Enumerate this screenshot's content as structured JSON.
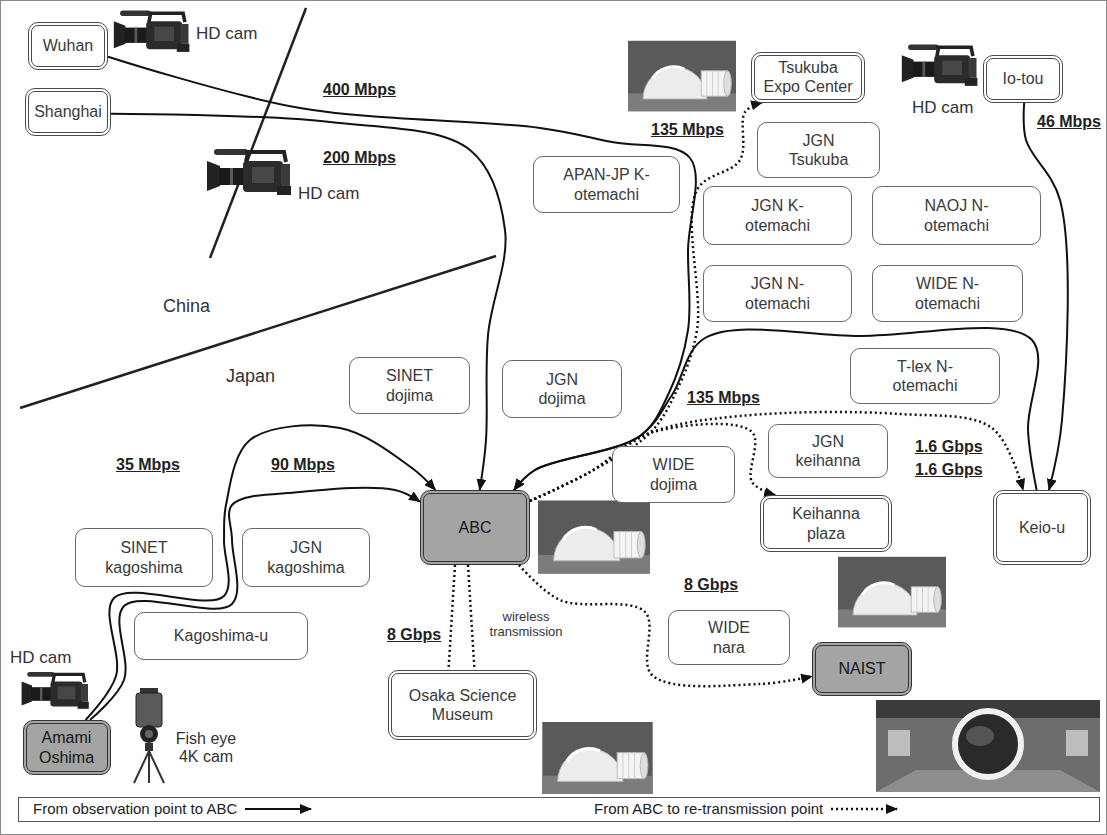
{
  "diagram": {
    "nodes": [
      {
        "text": [
          "Wuhan"
        ]
      },
      {
        "text": [
          "Shanghai"
        ]
      },
      {
        "text": [
          "Tsukuba Expo Center"
        ]
      },
      {
        "text": [
          "Io-tou"
        ]
      },
      {
        "text": [
          "JGN Tsukuba"
        ]
      },
      {
        "text": [
          "APAN-JP K-otemachi"
        ]
      },
      {
        "text": [
          "JGN K-otemachi"
        ]
      },
      {
        "text": [
          "NAOJ N-otemachi"
        ]
      },
      {
        "text": [
          "JGN N-otemachi"
        ]
      },
      {
        "text": [
          "WIDE N-otemachi"
        ]
      },
      {
        "text": [
          "T-lex N-otemachi"
        ]
      },
      {
        "text": [
          "SINET dojima"
        ]
      },
      {
        "text": [
          "JGN dojima"
        ]
      },
      {
        "text": [
          "JGN keihanna"
        ]
      },
      {
        "text": [
          "WIDE dojima"
        ]
      },
      {
        "text": [
          "ABC"
        ]
      },
      {
        "text": [
          "Keihanna plaza"
        ]
      },
      {
        "text": [
          "Keio-u"
        ]
      },
      {
        "text": [
          "SINET kagoshima"
        ]
      },
      {
        "text": [
          "JGN kagoshima"
        ]
      },
      {
        "text": [
          "Kagoshima-u"
        ]
      },
      {
        "text": [
          "WIDE nara"
        ]
      },
      {
        "text": [
          "NAIST"
        ]
      },
      {
        "text": [
          "Osaka Science Museum"
        ]
      },
      {
        "text": [
          "Amami Oshima"
        ]
      }
    ],
    "edges": [
      {
        "from": 0,
        "to": 15,
        "label": "400 Mbps",
        "arrow": "to"
      },
      {
        "from": 1,
        "to": 15,
        "label": "200 Mbps",
        "arrow": "to"
      },
      {
        "from": 3,
        "to": 17,
        "label": "46 Mbps",
        "arrow": "to"
      },
      {
        "from": 17,
        "to": 15,
        "label": "1.6 Gbps",
        "arrow": "to"
      },
      {
        "from": 24,
        "to": 15,
        "label": "35 Mbps",
        "arrow": "to"
      },
      {
        "from": 24,
        "to": 15,
        "label": "90 Mbps",
        "arrow": "to"
      },
      {
        "from": 15,
        "to": 2,
        "label": "135 Mbps",
        "arrow": "to"
      },
      {
        "from": 15,
        "to": 16,
        "label": "135 Mbps",
        "arrow": "to"
      },
      {
        "from": 15,
        "to": 17,
        "label": "1.6 Gbps",
        "arrow": "to"
      },
      {
        "from": 15,
        "to": 22,
        "label": "8 Gbps",
        "arrow": "to"
      },
      {
        "from": 15,
        "to": 23,
        "label": "8 Gbps",
        "arrow": "none"
      }
    ],
    "labels": [
      "HD cam",
      "HD cam",
      "HD cam",
      "China",
      "Japan",
      "wireless transmission",
      "HD cam",
      "Fish eye 4K cam"
    ],
    "legend": [
      {
        "text": "From observation point to ABC"
      },
      {
        "text": "From ABC to re-transmission point"
      }
    ]
  }
}
